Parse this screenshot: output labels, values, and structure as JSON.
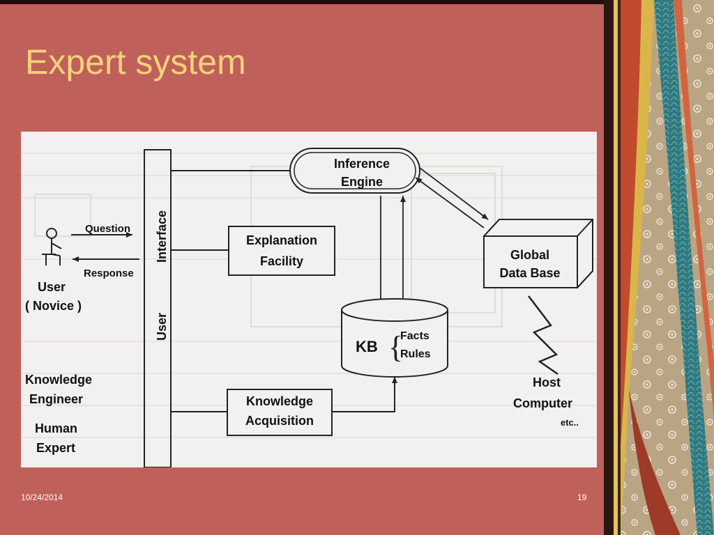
{
  "slide": {
    "title": "Expert system",
    "date": "10/24/2014",
    "page_number": "19"
  },
  "diagram": {
    "question_label": "Question",
    "response_label": "Response",
    "user_label": "User",
    "novice_label": "( Novice )",
    "interface_label": "Interface",
    "user_bar_label": "User",
    "explanation_line1": "Explanation",
    "explanation_line2": "Facility",
    "inference_line1": "Inference",
    "inference_line2": "Engine",
    "global_line1": "Global",
    "global_line2": "Data Base",
    "kb_label": "KB",
    "facts_label": "Facts",
    "rules_label": "Rules",
    "knowledge_engineer_line1": "Knowledge",
    "knowledge_engineer_line2": "Engineer",
    "human_expert_line1": "Human",
    "human_expert_line2": "Expert",
    "acquisition_line1": "Knowledge",
    "acquisition_line2": "Acquisition",
    "host_line1": "Host",
    "host_line2": "Computer",
    "host_etc": "etc.."
  },
  "colors": {
    "slide_background": "#c0605a",
    "title_color": "#f3d27a",
    "diagram_background": "#f2f1ef"
  }
}
